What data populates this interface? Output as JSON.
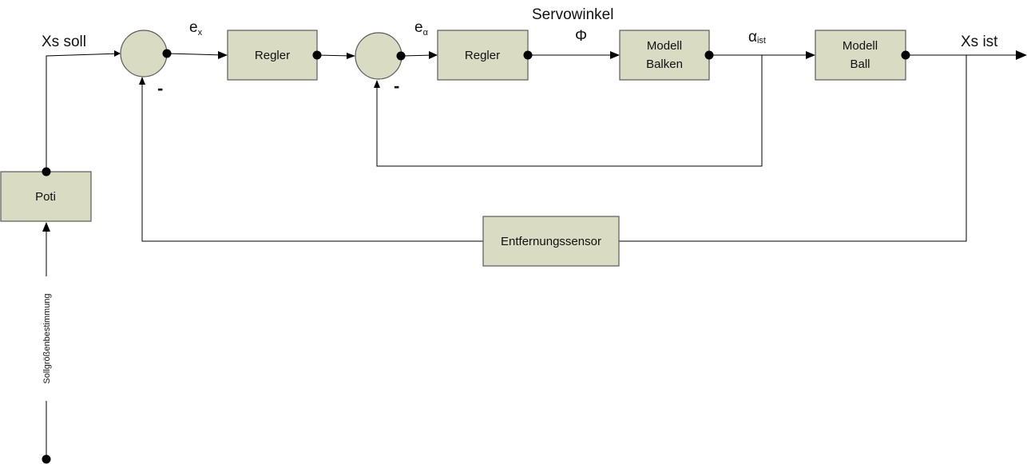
{
  "blocks": {
    "poti": "Poti",
    "regler1": "Regler",
    "regler2": "Regler",
    "modell_balken_line1": "Modell",
    "modell_balken_line2": "Balken",
    "modell_ball_line1": "Modell",
    "modell_ball_line2": "Ball",
    "entfernungssensor": "Entfernungssensor"
  },
  "signals": {
    "xs_soll": "Xs soll",
    "e_x_base": "e",
    "e_x_sub": "x",
    "e_alpha_base": "e",
    "e_alpha_sub": "α",
    "servowinkel": "Servowinkel",
    "phi": "Φ",
    "alpha_ist_base": "α",
    "alpha_ist_sub": "ist",
    "xs_ist": "Xs ist",
    "sollgroessenbestimmung": "Sollgrößenbestimmung"
  },
  "summing": {
    "minus1": "-",
    "minus2": "-"
  }
}
